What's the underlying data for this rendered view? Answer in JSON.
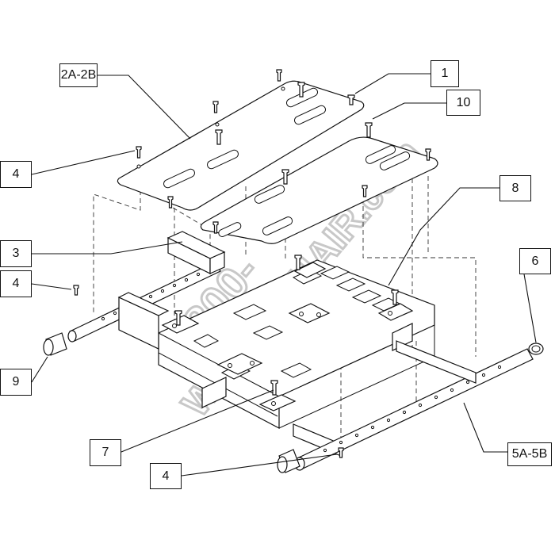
{
  "callouts": [
    {
      "id": "c-1",
      "label": "1"
    },
    {
      "id": "c-2a2b",
      "label": "2A-2B"
    },
    {
      "id": "c-10",
      "label": "10"
    },
    {
      "id": "c-4a",
      "label": "4"
    },
    {
      "id": "c-8",
      "label": "8"
    },
    {
      "id": "c-3",
      "label": "3"
    },
    {
      "id": "c-6",
      "label": "6"
    },
    {
      "id": "c-4b",
      "label": "4"
    },
    {
      "id": "c-9",
      "label": "9"
    },
    {
      "id": "c-7",
      "label": "7"
    },
    {
      "id": "c-4c",
      "label": "4"
    },
    {
      "id": "c-5a5b",
      "label": "5A-5B"
    }
  ],
  "watermark": {
    "line1": "1-800-",
    "line2": "WHEELCHAIR.com"
  }
}
